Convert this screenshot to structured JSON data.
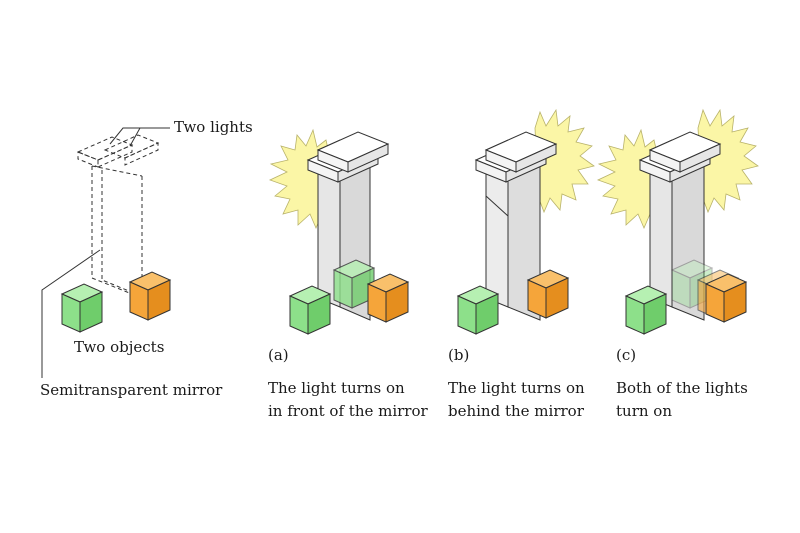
{
  "labels": {
    "two_lights": "Two lights",
    "two_objects": "Two objects",
    "semitransparent_mirror": "Semitransparent mirror"
  },
  "panels": [
    {
      "tag": "(a)",
      "caption_line1": "The light turns on",
      "caption_line2": "in front of the mirror"
    },
    {
      "tag": "(b)",
      "caption_line1": "The light turns on",
      "caption_line2": "behind the mirror"
    },
    {
      "tag": "(c)",
      "caption_line1": "Both of the lights",
      "caption_line2": "turn on"
    }
  ],
  "colors": {
    "green_cube": "#8de08a",
    "orange_cube": "#f5a53a",
    "light_glow": "#fbf6a6",
    "mirror": "#e4e4e4",
    "outline": "#333333"
  }
}
